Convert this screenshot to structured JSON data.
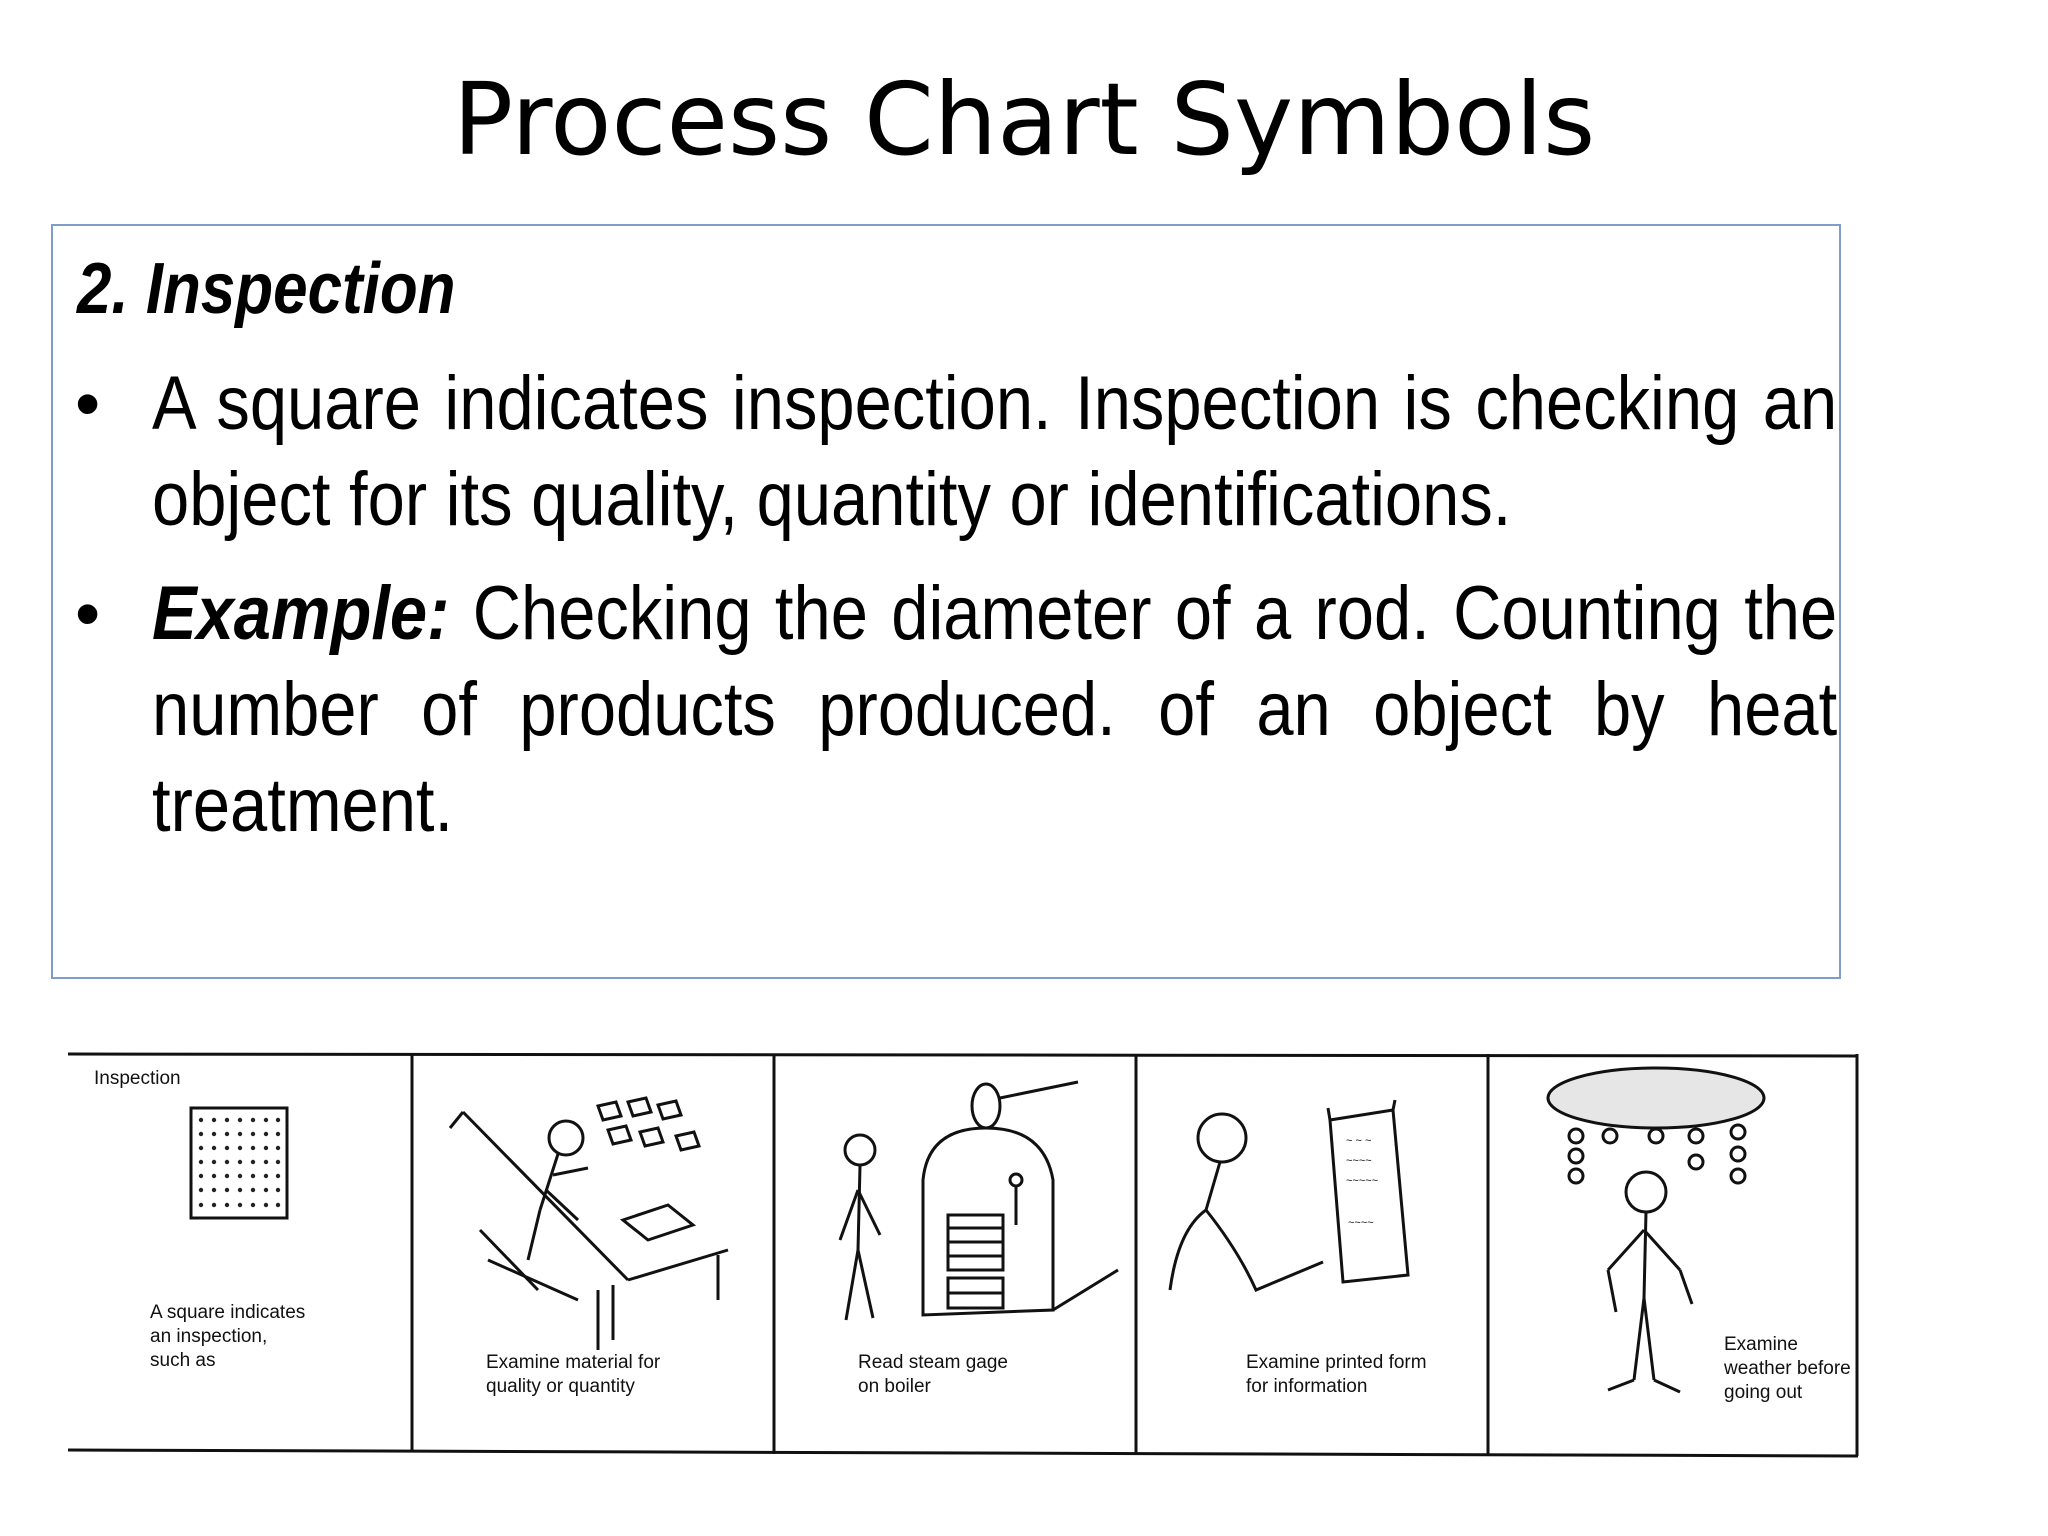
{
  "title": "Process Chart Symbols",
  "section": {
    "heading": "2. Inspection",
    "bullets": [
      {
        "lead": "",
        "text": "A square indicates inspection. Inspection is checking an object for its quality, quantity or identifications."
      },
      {
        "lead": "Example:",
        "text": " Checking the diameter of a rod. Counting the number of products produced. of an object by heat treatment."
      }
    ]
  },
  "figure": {
    "panels": [
      {
        "label": "Inspection",
        "caption": [
          "A square indicates",
          "an inspection,",
          "such as"
        ]
      },
      {
        "caption": [
          "Examine material for",
          "quality or quantity"
        ]
      },
      {
        "caption": [
          "Read steam gage",
          "on boiler"
        ]
      },
      {
        "caption": [
          "Examine printed form",
          "for information"
        ]
      },
      {
        "caption": [
          "Examine",
          "weather before",
          "going out"
        ]
      }
    ]
  },
  "colors": {
    "box_border": "#7f9ccb",
    "text": "#000000"
  }
}
